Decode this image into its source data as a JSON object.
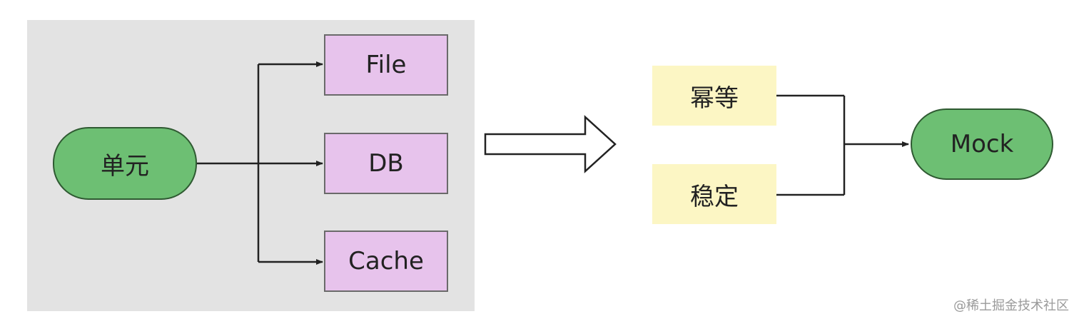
{
  "left_group": {
    "source": "单元",
    "targets": [
      "File",
      "DB",
      "Cache"
    ]
  },
  "right_group": {
    "inputs": [
      "幂等",
      "稳定"
    ],
    "result": "Mock"
  },
  "colors": {
    "panel_background": "#e3e3e3",
    "pill_fill": "#6dbf73",
    "target_fill": "#e7c3ec",
    "input_fill": "#fcf6c4"
  },
  "watermark": "@稀土掘金技术社区"
}
